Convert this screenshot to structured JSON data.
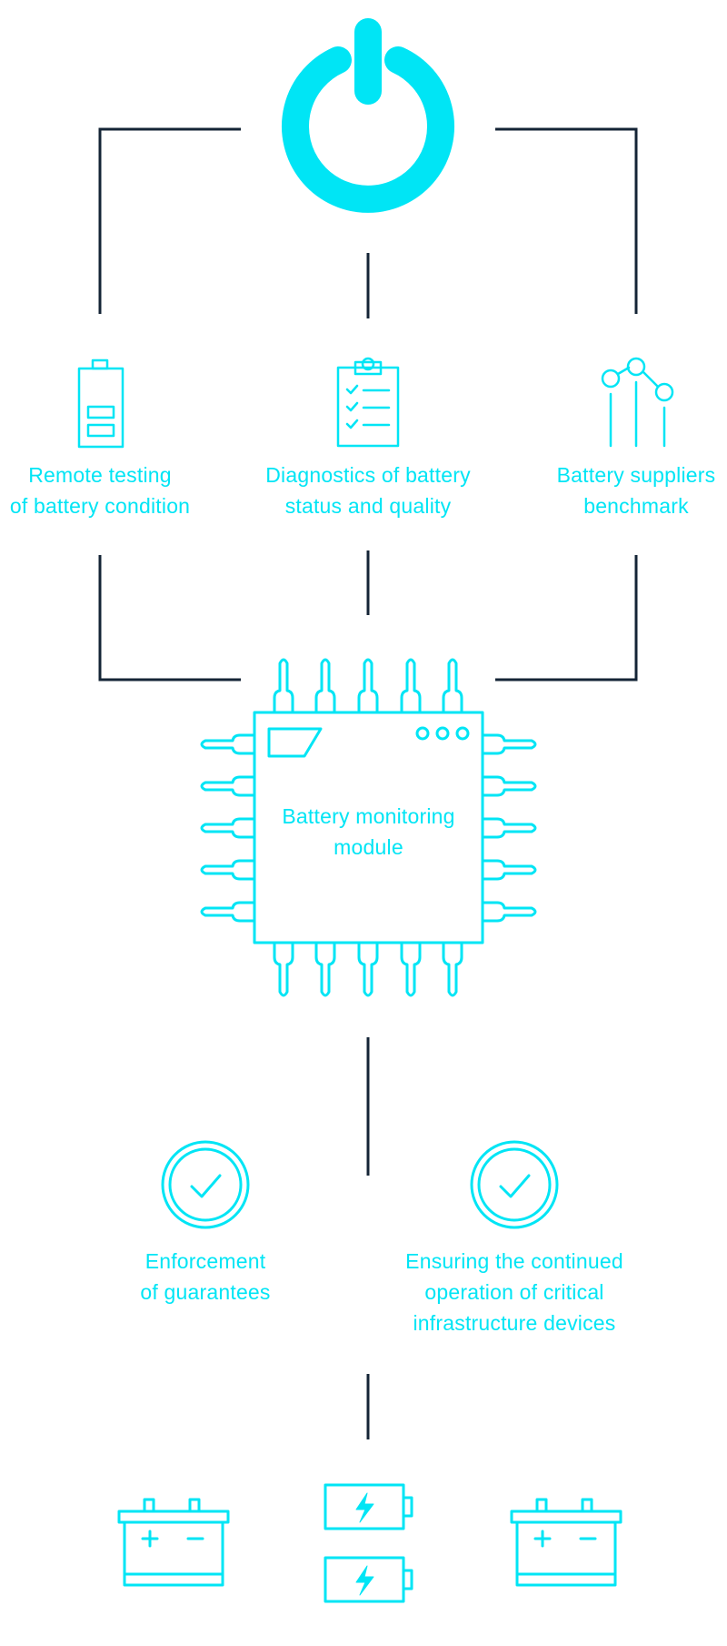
{
  "colors": {
    "accent": "#00e5f5",
    "connector": "#142436",
    "background": "#ffffff"
  },
  "icons": {
    "top": "power-icon",
    "features": [
      "battery-level-icon",
      "clipboard-checklist-icon",
      "benchmark-graph-icon"
    ],
    "module": "microchip-icon",
    "outcomes": [
      "check-circle-icon",
      "check-circle-icon"
    ],
    "bottom": [
      "car-battery-icon",
      "charging-battery-icon",
      "charging-battery-icon",
      "car-battery-icon"
    ]
  },
  "features": [
    {
      "line1": "Remote testing",
      "line2": "of battery condition"
    },
    {
      "line1": "Diagnostics of battery",
      "line2": "status and quality"
    },
    {
      "line1": "Battery suppliers",
      "line2": "benchmark"
    }
  ],
  "module": {
    "line1": "Battery monitoring",
    "line2": "module"
  },
  "outcomes": [
    {
      "line1": "Enforcement",
      "line2": "of guarantees",
      "line3": ""
    },
    {
      "line1": "Ensuring the continued",
      "line2": "operation of critical",
      "line3": "infrastructure devices"
    }
  ]
}
